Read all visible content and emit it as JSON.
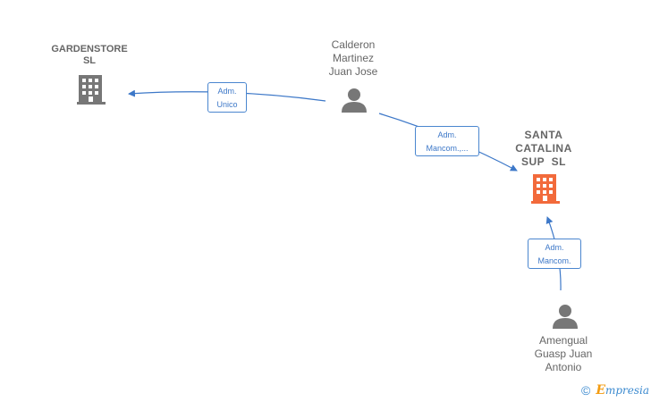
{
  "nodes": {
    "gardenstore": {
      "lines": [
        "GARDENSTORE",
        "SL"
      ],
      "type": "company",
      "color": "#777777"
    },
    "calderon": {
      "lines": [
        "Calderon",
        "Martinez",
        "Juan Jose"
      ],
      "type": "person",
      "color": "#777777"
    },
    "santa_catalina": {
      "lines": [
        "SANTA",
        "CATALINA",
        "SUP  SL"
      ],
      "type": "company",
      "color": "#f26a3b"
    },
    "amengual": {
      "lines": [
        "Amengual",
        "Guasp Juan",
        "Antonio"
      ],
      "type": "person",
      "color": "#777777"
    }
  },
  "edges": {
    "calderon_to_gardenstore": {
      "lines": [
        "Adm.",
        "Unico"
      ]
    },
    "calderon_to_santa": {
      "lines": [
        "Adm.",
        "Mancom.,..."
      ]
    },
    "amengual_to_santa": {
      "lines": [
        "Adm.",
        "Mancom."
      ]
    }
  },
  "colors": {
    "edge": "#3d78c8",
    "text": "#666666"
  },
  "footer": {
    "copyright": "©",
    "brand_first": "E",
    "brand_rest": "mpresia"
  }
}
